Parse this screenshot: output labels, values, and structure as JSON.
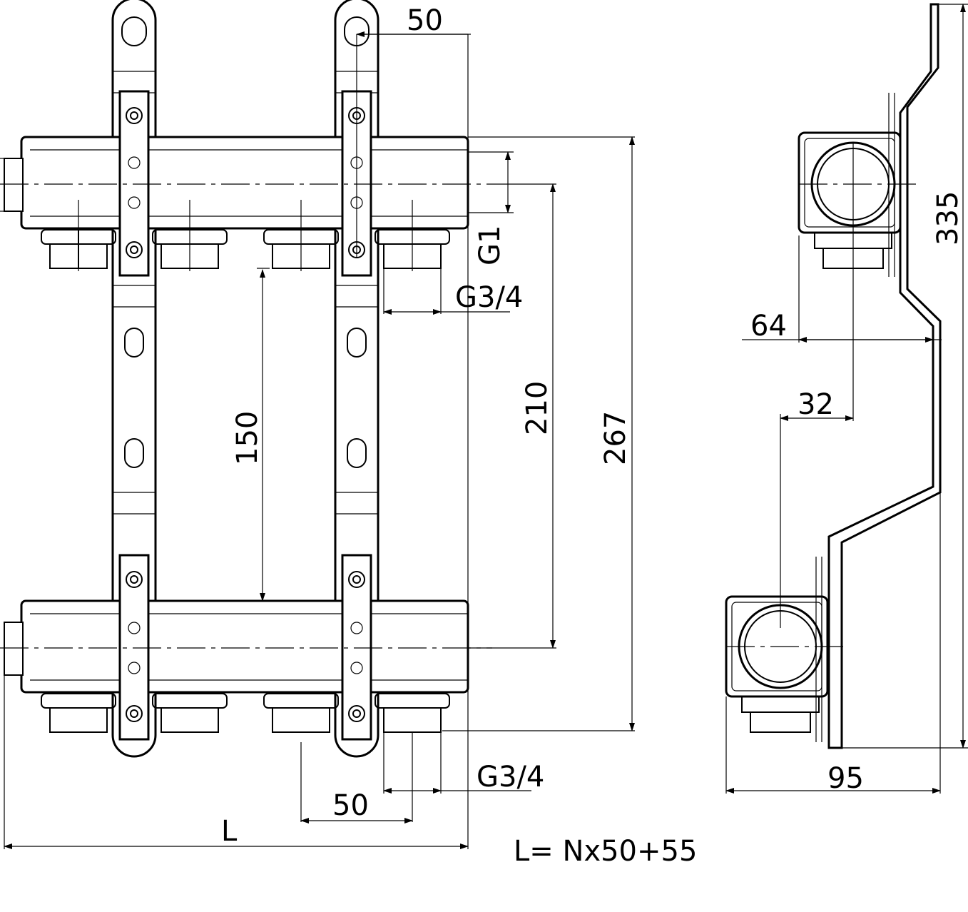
{
  "front_view": {
    "dimensions": {
      "bracket_spacing": "50",
      "inlet_thread": "G1",
      "outlet_thread_top": "G3/4",
      "outlet_thread_bottom": "G3/4",
      "outlet_spacing": "50",
      "mount_center_distance": "150",
      "pipe_center_distance": "210",
      "total_height": "267",
      "length_symbol": "L"
    },
    "outlets_per_bar": 4
  },
  "side_view": {
    "dimensions": {
      "top_offset": "64",
      "bottom_offset": "32",
      "height": "335",
      "depth": "95"
    }
  },
  "formula": "L= Nx50+55"
}
